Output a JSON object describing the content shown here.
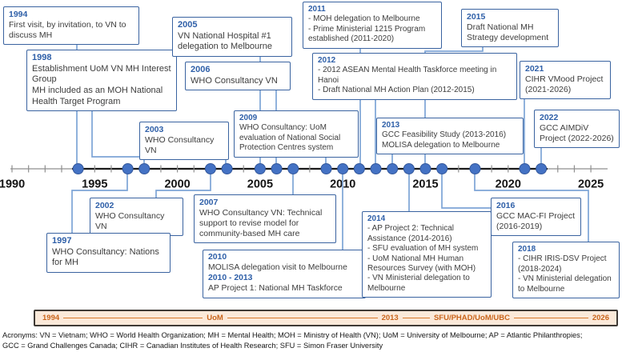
{
  "timeline": {
    "axis_labels": [
      "1990",
      "1995",
      "2000",
      "2005",
      "2010",
      "2015",
      "2020",
      "2025"
    ],
    "dot_years": [
      1994,
      1997,
      1998,
      2002,
      2003,
      2005,
      2006,
      2007,
      2009,
      2010,
      2011,
      2012,
      2013,
      2014,
      2015,
      2016,
      2018,
      2021,
      2022
    ]
  },
  "boxes": {
    "e1994": {
      "lines": [
        {
          "t": "1994",
          "s": "year"
        },
        {
          "t": "First visit, by invitation, to VN to discuss MH",
          "s": "body"
        }
      ]
    },
    "e1998": {
      "lines": [
        {
          "t": "1998",
          "s": "year"
        },
        {
          "t": "Establishment UoM VN MH Interest Group",
          "s": "body"
        },
        {
          "t": "MH included as an MOH National Health Target Program",
          "s": "body"
        }
      ]
    },
    "e2005": {
      "lines": [
        {
          "t": "2005",
          "s": "year"
        },
        {
          "t": "VN National Hospital #1 delegation to Melbourne",
          "s": "body"
        }
      ]
    },
    "e2006": {
      "lines": [
        {
          "t": "2006",
          "s": "year"
        },
        {
          "t": "WHO Consultancy VN",
          "s": "body"
        }
      ]
    },
    "e2011": {
      "lines": [
        {
          "t": "2011",
          "s": "year"
        },
        {
          "t": "- MOH delegation to Melbourne",
          "s": "body"
        },
        {
          "t": "- Prime Ministerial 1215 Program established (2011-2020)",
          "s": "body"
        }
      ]
    },
    "e2012": {
      "lines": [
        {
          "t": "2012",
          "s": "year"
        },
        {
          "t": "- 2012 ASEAN Mental Health Taskforce meeting in Hanoi",
          "s": "body"
        },
        {
          "t": "- Draft National MH Action Plan (2012-2015)",
          "s": "body"
        }
      ]
    },
    "e2015": {
      "lines": [
        {
          "t": "2015",
          "s": "year"
        },
        {
          "t": "Draft National MH Strategy development",
          "s": "body"
        }
      ]
    },
    "e2021": {
      "lines": [
        {
          "t": "2021",
          "s": "year"
        },
        {
          "t": "CIHR VMood Project (2021-2026)",
          "s": "body"
        }
      ]
    },
    "e2022": {
      "lines": [
        {
          "t": "2022",
          "s": "year"
        },
        {
          "t": "GCC AIMDiV Project (2022-2026)",
          "s": "body"
        }
      ]
    },
    "e2003": {
      "lines": [
        {
          "t": "2003",
          "s": "year"
        },
        {
          "t": "WHO Consultancy VN",
          "s": "body"
        }
      ]
    },
    "e2009": {
      "lines": [
        {
          "t": "2009",
          "s": "year"
        },
        {
          "t": "WHO Consultancy: UoM evaluation of National Social Protection Centres system",
          "s": "body"
        }
      ]
    },
    "e2013": {
      "lines": [
        {
          "t": "2013",
          "s": "year"
        },
        {
          "t": "GCC Feasibility Study (2013-2016)",
          "s": "body"
        },
        {
          "t": "MOLISA delegation to Melbourne",
          "s": "body"
        }
      ]
    },
    "e2002": {
      "lines": [
        {
          "t": "2002",
          "s": "year"
        },
        {
          "t": "WHO Consultancy VN",
          "s": "body"
        }
      ]
    },
    "e1997": {
      "lines": [
        {
          "t": "1997",
          "s": "year"
        },
        {
          "t": "WHO Consultancy: Nations for MH",
          "s": "body"
        }
      ]
    },
    "e2007": {
      "lines": [
        {
          "t": "2007",
          "s": "year"
        },
        {
          "t": "WHO Consultancy VN: Technical support to revise model for community-based MH care",
          "s": "body"
        }
      ]
    },
    "e2010": {
      "lines": [
        {
          "t": "2010",
          "s": "year"
        },
        {
          "t": "MOLISA delegation visit to Melbourne",
          "s": "body"
        },
        {
          "t": "2010 - 2013",
          "s": "year"
        },
        {
          "t": "AP Project 1: National MH Taskforce",
          "s": "body"
        }
      ]
    },
    "e2014": {
      "lines": [
        {
          "t": "2014",
          "s": "year"
        },
        {
          "t": "- AP Project 2: Technical Assistance (2014-2016)",
          "s": "body"
        },
        {
          "t": "- SFU evaluation of MH system",
          "s": "body"
        },
        {
          "t": "- UoM National MH Human Resources Survey (with MOH)",
          "s": "body"
        },
        {
          "t": "- VN Ministerial delegation to Melbourne",
          "s": "body"
        }
      ]
    },
    "e2016": {
      "lines": [
        {
          "t": "2016",
          "s": "year"
        },
        {
          "t": "GCC MAC-FI Project (2016-2019)",
          "s": "body"
        }
      ]
    },
    "e2018": {
      "lines": [
        {
          "t": "2018",
          "s": "year"
        },
        {
          "t": "- CIHR IRIS-DSV Project (2018-2024)",
          "s": "body"
        },
        {
          "t": "- VN Ministerial delegation to Melbourne",
          "s": "body"
        }
      ]
    }
  },
  "bottom_bar": {
    "items": [
      "1994",
      "UoM",
      "2013",
      "SFU/PHAD/UoM/UBC",
      "2026"
    ]
  },
  "footnote": {
    "line1": "Acronyms: VN = Vietnam; WHO = World Health Organization; MH = Mental Health; MOH = Ministry of Health (VN); UoM = University of Melbourne; AP = Atlantic Philanthropies;",
    "line2": "GCC = Grand Challenges Canada; CIHR = Canadian Institutes of Health Research; SFU = Simon Fraser University"
  },
  "colors": {
    "dot_blue": "#4472c4",
    "box_border_blue": "#3a63a0",
    "year_text_blue": "#2e5fa8",
    "connector_blue": "#7da4d6",
    "orange_accent": "#c9651c",
    "bar_background": "#fbe9d9"
  }
}
